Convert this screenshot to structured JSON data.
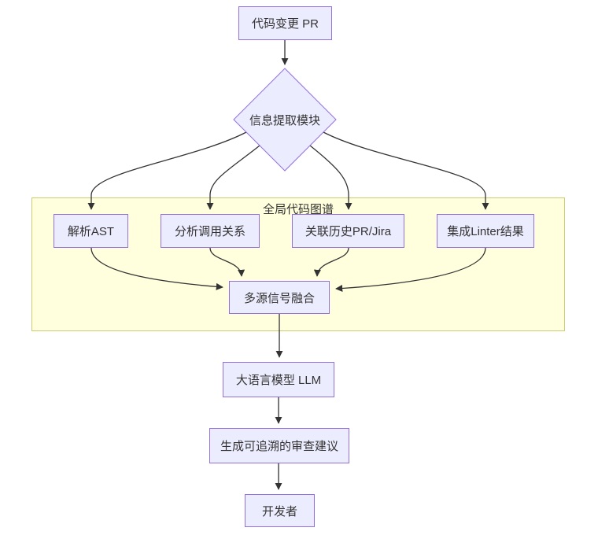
{
  "diagram": {
    "type": "flowchart",
    "direction": "top-down",
    "cluster": {
      "label": "全局代码图谱"
    },
    "nodes": {
      "pr": {
        "label": "代码变更 PR",
        "shape": "rect"
      },
      "extract": {
        "label": "信息提取模块",
        "shape": "diamond"
      },
      "ast": {
        "label": "解析AST",
        "shape": "rect"
      },
      "call": {
        "label": "分析调用关系",
        "shape": "rect"
      },
      "history": {
        "label": "关联历史PR/Jira",
        "shape": "rect"
      },
      "linter": {
        "label": "集成Linter结果",
        "shape": "rect"
      },
      "fusion": {
        "label": "多源信号融合",
        "shape": "rect"
      },
      "llm": {
        "label": "大语言模型 LLM",
        "shape": "rect"
      },
      "review": {
        "label": "生成可追溯的审查建议",
        "shape": "rect"
      },
      "dev": {
        "label": "开发者",
        "shape": "rect"
      }
    },
    "edges": [
      {
        "from": "pr",
        "to": "extract"
      },
      {
        "from": "extract",
        "to": "ast"
      },
      {
        "from": "extract",
        "to": "call"
      },
      {
        "from": "extract",
        "to": "history"
      },
      {
        "from": "extract",
        "to": "linter"
      },
      {
        "from": "ast",
        "to": "fusion"
      },
      {
        "from": "call",
        "to": "fusion"
      },
      {
        "from": "history",
        "to": "fusion"
      },
      {
        "from": "linter",
        "to": "fusion"
      },
      {
        "from": "fusion",
        "to": "llm"
      },
      {
        "from": "llm",
        "to": "review"
      },
      {
        "from": "review",
        "to": "dev"
      }
    ],
    "colors": {
      "node_fill": "#ECECFF",
      "node_border": "#9370DB",
      "cluster_fill": "#FFFFDE",
      "cluster_border": "#CCCC77",
      "edge": "#333333",
      "text": "#333333",
      "background": "#FFFFFF"
    }
  }
}
